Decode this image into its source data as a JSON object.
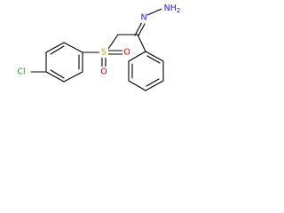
{
  "molecule": {
    "atoms": {
      "cl": "Cl",
      "s": "S",
      "o_lower": "O",
      "o_right": "O",
      "n": "N",
      "nh2": "NH2"
    },
    "colors": {
      "bond": "#000000",
      "cl": "#1a9e1a",
      "s": "#b8a41c",
      "o": "#d40000",
      "n": "#1c1cd8",
      "background": "#ffffff"
    }
  }
}
